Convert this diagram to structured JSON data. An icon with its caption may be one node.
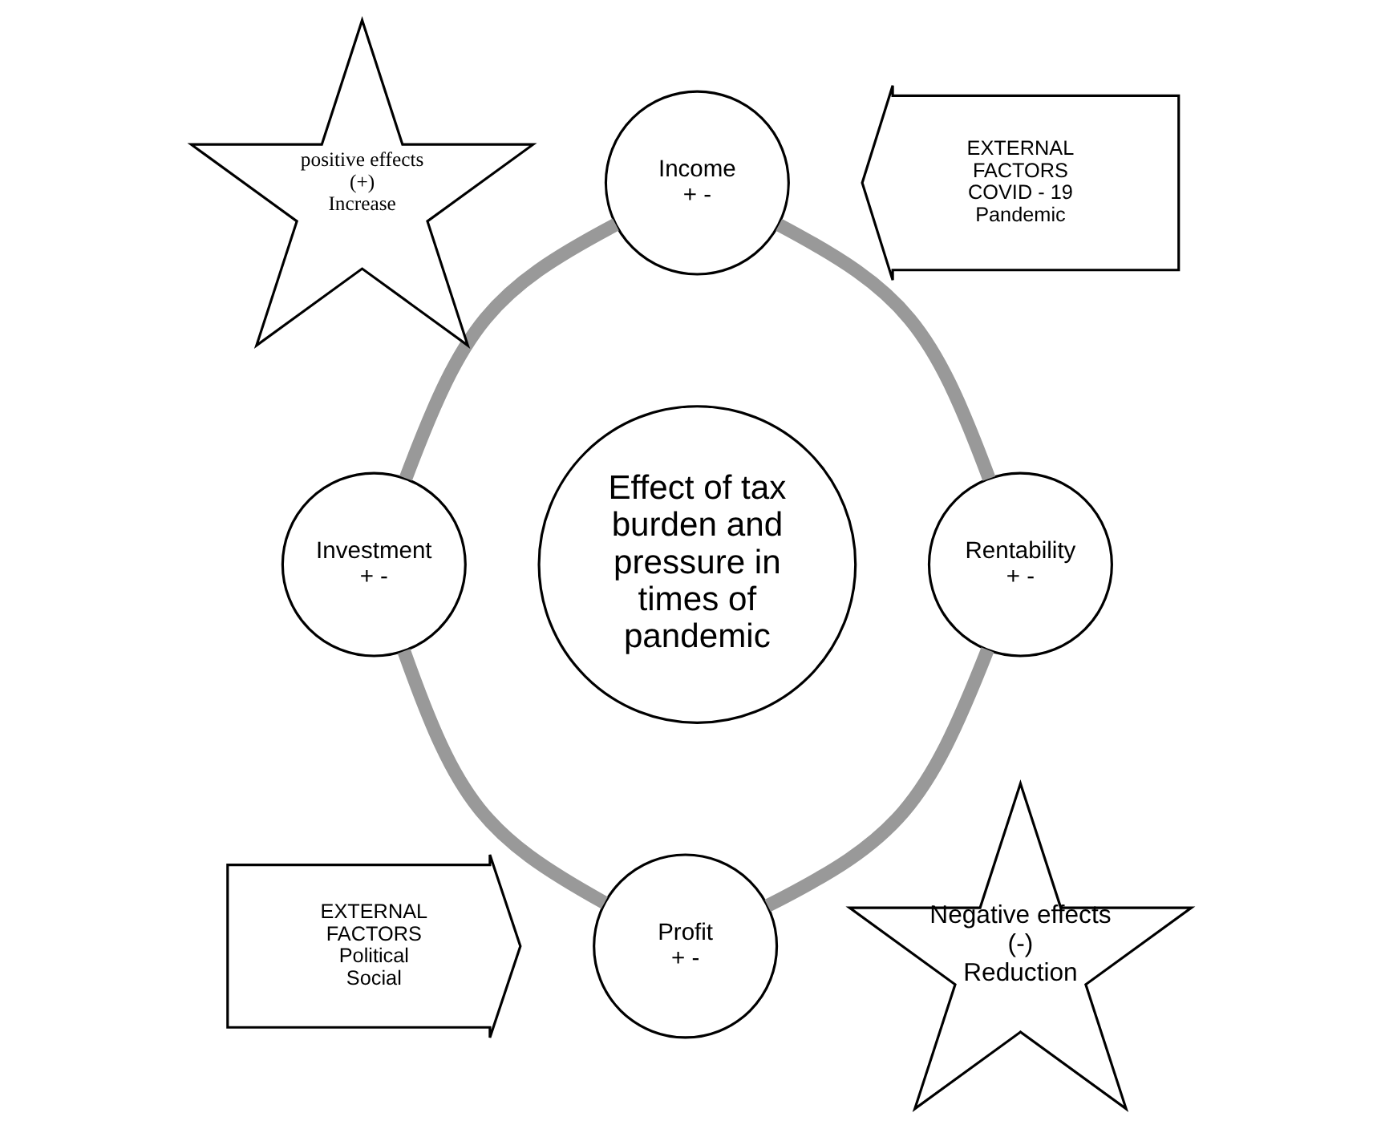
{
  "diagram": {
    "nodes": [
      {
        "text": [
          "Income",
          "+ -"
        ]
      },
      {
        "text": [
          "Rentability",
          "+ -"
        ]
      },
      {
        "text": [
          "Profit",
          "+ -"
        ]
      },
      {
        "text": [
          "Investment",
          "+ -"
        ]
      },
      {
        "text": [
          "Effect of tax burden and pressure in times of pandemic"
        ]
      },
      {
        "text": [
          "positive effects",
          "(+)",
          "Increase"
        ]
      },
      {
        "text": [
          "EXTERNAL FACTORS COVID - 19 Pandemic"
        ]
      },
      {
        "text": [
          "EXTERNAL FACTORS Political Social"
        ]
      },
      {
        "text": [
          "Negative effects",
          "(-)",
          "Reduction"
        ]
      }
    ],
    "edges": [
      {
        "from": 0,
        "to": 1,
        "arrow": "none"
      },
      {
        "from": 1,
        "to": 2,
        "arrow": "none"
      },
      {
        "from": 2,
        "to": 3,
        "arrow": "none"
      },
      {
        "from": 3,
        "to": 0,
        "arrow": "none"
      }
    ]
  }
}
